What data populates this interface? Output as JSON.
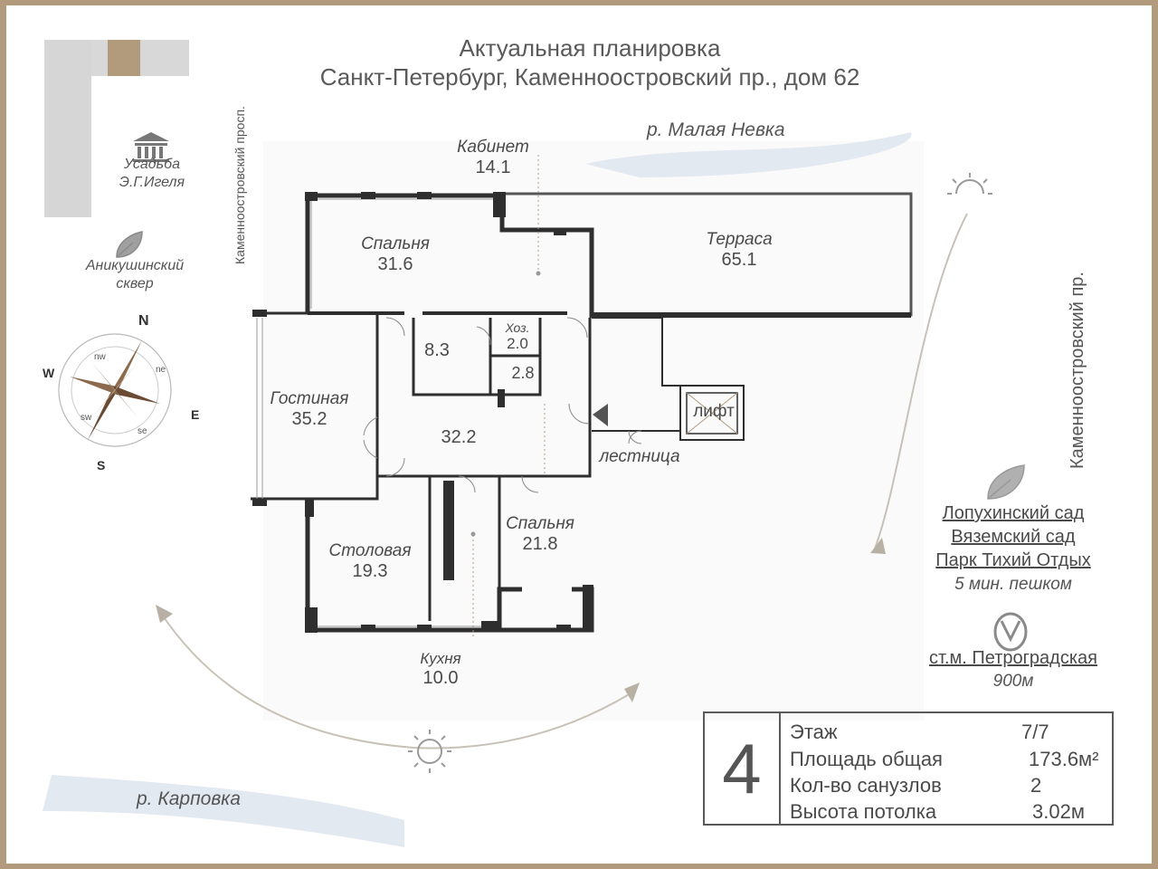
{
  "header": {
    "title": "Актуальная планировка",
    "address": "Санкт-Петербург, Каменноостровский пр., дом 62"
  },
  "map_labels": {
    "river_top": "р. Малая Невка",
    "river_bottom": "р. Карповка",
    "street_left": "Каменноостровский просп.",
    "street_right": "Каменноостровский пр.",
    "estate_line1": "Усадьба",
    "estate_line2": "Э.Г.Игеля",
    "square_line1": "Аникушинский",
    "square_line2": "сквер"
  },
  "compass": {
    "north": "N",
    "south": "S",
    "east": "E",
    "west": "W",
    "nw": "nw",
    "ne": "ne",
    "sw": "sw",
    "se": "se"
  },
  "rooms": {
    "cabinet": {
      "label": "Кабинет",
      "area": "14.1"
    },
    "bedroom1": {
      "label": "Спальня",
      "area": "31.6"
    },
    "terrace": {
      "label": "Терраса",
      "area": "65.1"
    },
    "bath1": {
      "area": "8.3"
    },
    "storage": {
      "label": "Хоз.",
      "area": "2.0"
    },
    "bath2": {
      "area": "2.8"
    },
    "living": {
      "label": "Гостиная",
      "area": "35.2"
    },
    "hall": {
      "area": "32.2"
    },
    "elevator": {
      "label": "лифт"
    },
    "stairs": {
      "label": "лестница"
    },
    "bedroom2": {
      "label": "Спальня",
      "area": "21.8"
    },
    "dining": {
      "label": "Столовая",
      "area": "19.3"
    },
    "kitchen": {
      "label": "Кухня",
      "area": "10.0"
    }
  },
  "nearby": {
    "park1": "Лопухинский сад",
    "park2": "Вяземский сад",
    "park3": "Парк Тихий Отдых",
    "walk": "5 мин. пешком",
    "metro": "ст.м. Петроградская",
    "metro_dist": "900м"
  },
  "info": {
    "floor_number": "4",
    "rows": [
      {
        "label": "Этаж",
        "value": "7/7"
      },
      {
        "label": "Площадь общая",
        "value": "173.6м²"
      },
      {
        "label": "Кол-во санузлов",
        "value": "2"
      },
      {
        "label": "Высота потолка",
        "value": "3.02м"
      }
    ]
  },
  "colors": {
    "accent": "#b29a7c",
    "wall": "#333333",
    "text": "#4a4a4a",
    "river": "#dfe6ef"
  }
}
